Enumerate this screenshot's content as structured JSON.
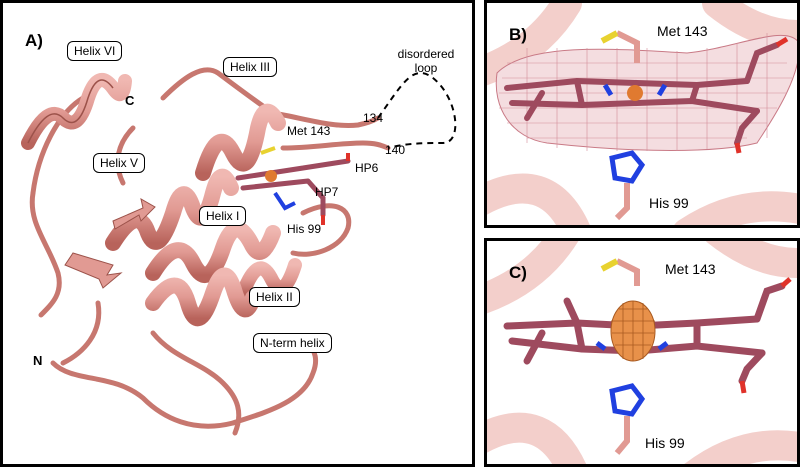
{
  "colors": {
    "protein": "#e19a93",
    "protein_dark": "#b8635b",
    "heme": "#9e4a5e",
    "iron": "#e07a30",
    "nitrogen": "#2040e0",
    "sulfur": "#e8d230",
    "oxygen": "#e0322a",
    "mesh": "#b85060"
  },
  "panel_a": {
    "letter": "A)",
    "labels": {
      "helix_vi": "Helix VI",
      "helix_iii": "Helix III",
      "helix_v": "Helix V",
      "helix_i": "Helix I",
      "helix_ii": "Helix II",
      "n_term_helix": "N-term helix",
      "c_terminus": "C",
      "n_terminus": "N",
      "disordered_loop": "disordered\nloop",
      "res_134": "134",
      "res_140": "140",
      "met_143": "Met 143",
      "his_99": "His 99",
      "hp6": "HP6",
      "hp7": "HP7"
    }
  },
  "panel_b": {
    "letter": "B)",
    "met_label": "Met 143",
    "his_label": "His 99"
  },
  "panel_c": {
    "letter": "C)",
    "met_label": "Met 143",
    "his_label": "His 99"
  }
}
